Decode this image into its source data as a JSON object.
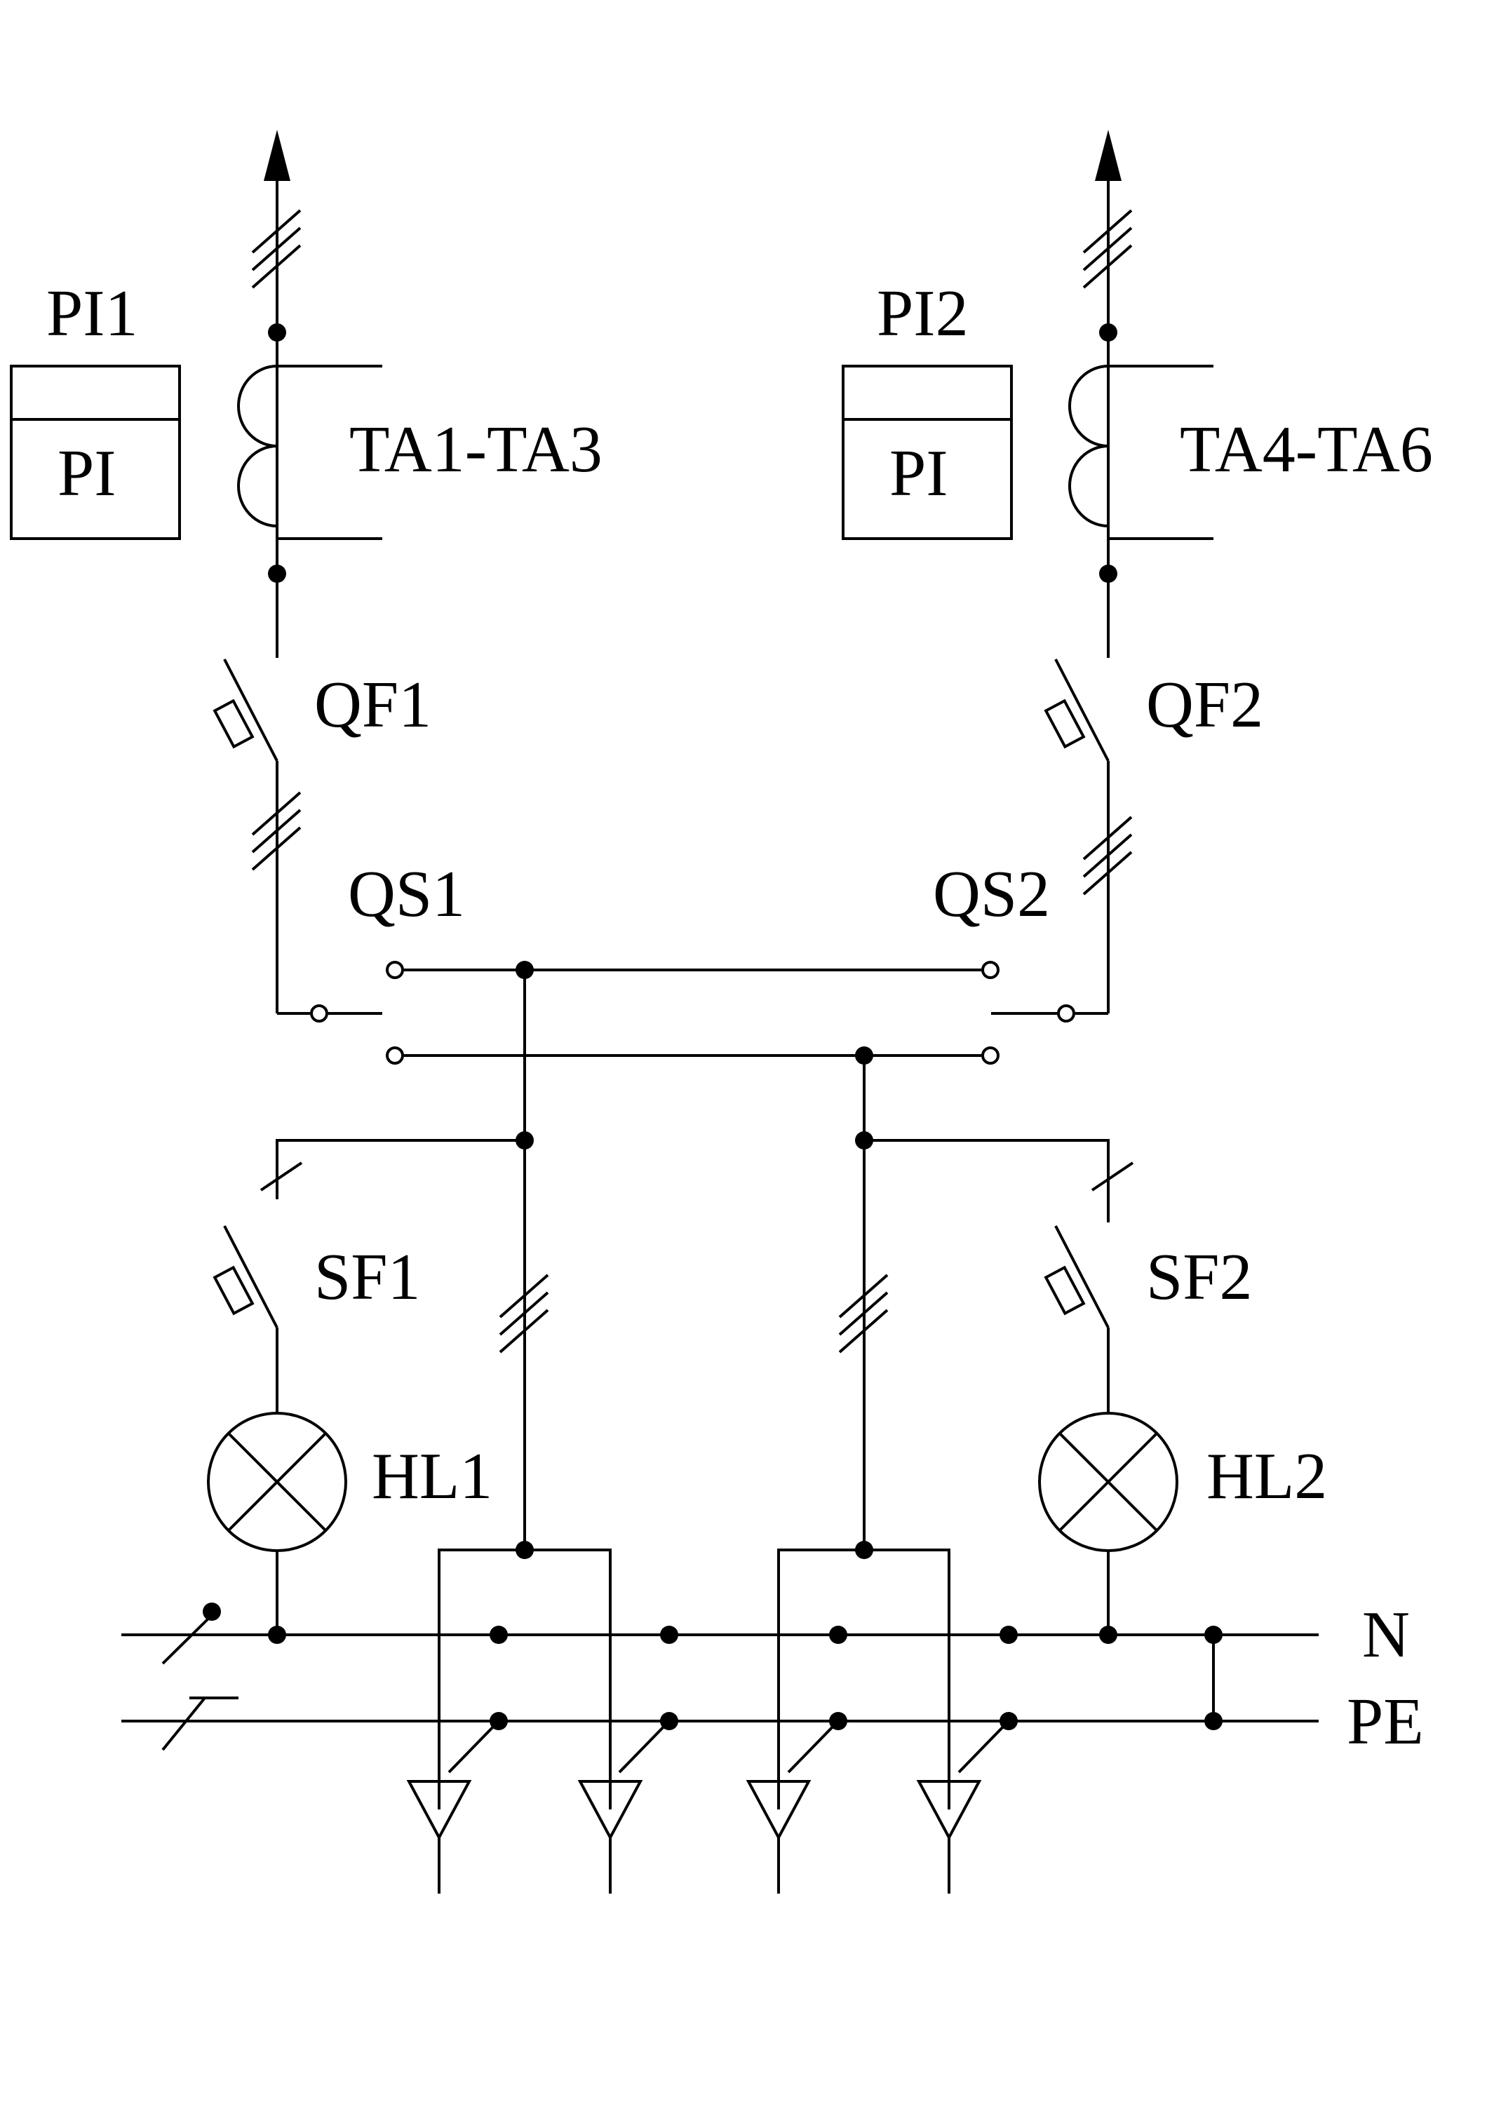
{
  "labels": {
    "pi1": "PI1",
    "pi1_box": "PI",
    "pi2": "PI2",
    "pi2_box": "PI",
    "ta_left": "TA1-TA3",
    "ta_right": "TA4-TA6",
    "qf1": "QF1",
    "qf2": "QF2",
    "qs1": "QS1",
    "qs2": "QS2",
    "sf1": "SF1",
    "sf2": "SF2",
    "hl1": "HL1",
    "hl2": "HL2",
    "n": "N",
    "pe": "PE"
  }
}
